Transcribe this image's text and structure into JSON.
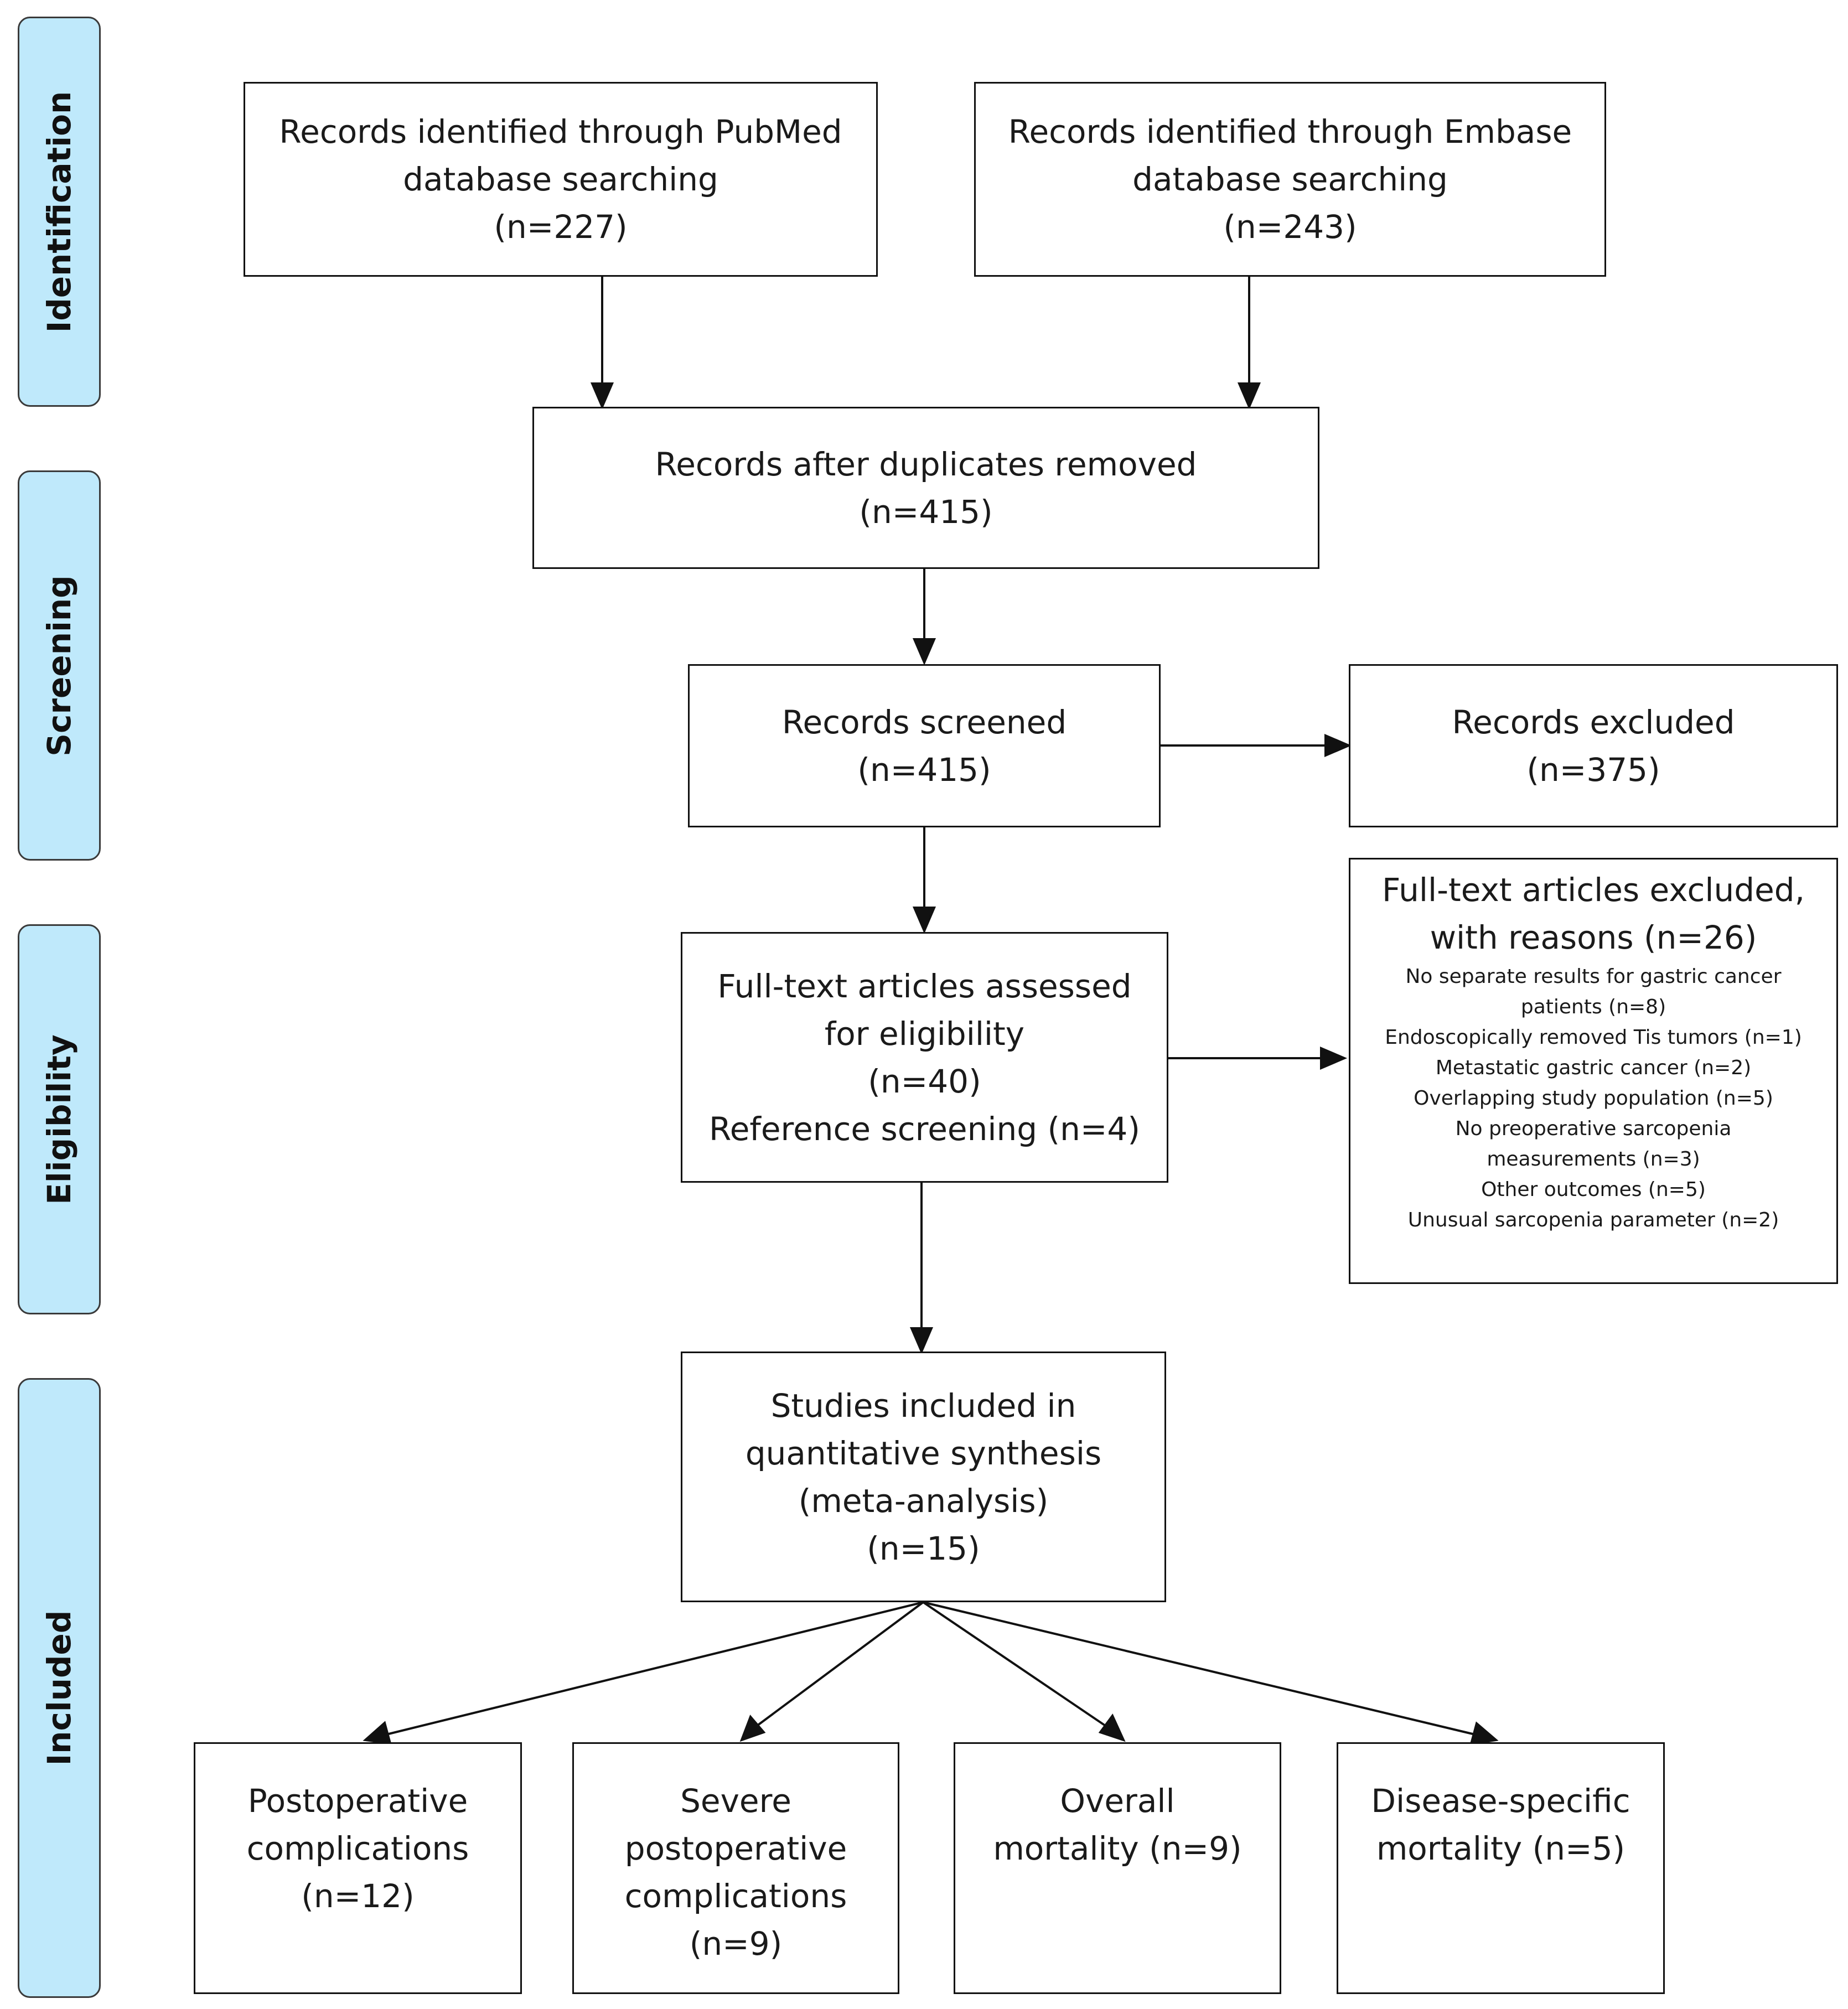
{
  "phases": [
    {
      "label": "Identification"
    },
    {
      "label": "Screening"
    },
    {
      "label": "Eligibility"
    },
    {
      "label": "Included"
    }
  ],
  "boxes": {
    "pubmed": {
      "line1": "Records identified through PubMed",
      "line2": "database searching",
      "line3": "(n=227)"
    },
    "embase": {
      "line1": "Records identified through Embase",
      "line2": "database searching",
      "line3": "(n=243)"
    },
    "duplicates": {
      "line1": "Records after duplicates removed",
      "line2": "(n=415)"
    },
    "screened": {
      "line1": "Records screened",
      "line2": "(n=415)"
    },
    "excluded": {
      "line1": "Records excluded",
      "line2": "(n=375)"
    },
    "fulltext": {
      "line1": "Full-text articles assessed",
      "line2": "for eligibility",
      "line3": "(n=40)",
      "line4": "Reference screening (n=4)"
    },
    "fulltext_excluded": {
      "title1": "Full-text articles excluded,",
      "title2": "with reasons (n=26)",
      "reasons": [
        "No separate results for gastric cancer",
        "patients (n=8)",
        "Endoscopically removed Tis tumors (n=1)",
        "Metastatic gastric cancer (n=2)",
        "Overlapping study population (n=5)",
        "No preoperative sarcopenia",
        "measurements (n=3)",
        "Other outcomes (n=5)",
        "Unusual sarcopenia parameter (n=2)"
      ]
    },
    "included": {
      "line1": "Studies included in",
      "line2": "quantitative synthesis",
      "line3": "(meta-analysis)",
      "line4": "(n=15)"
    },
    "postop": {
      "line1": "Postoperative",
      "line2": "complications",
      "line3": "(n=12)"
    },
    "severe": {
      "line1": "Severe",
      "line2": "postoperative",
      "line3": "complications",
      "line4": "(n=9)"
    },
    "overall": {
      "line1": "Overall",
      "line2": "mortality (n=9)"
    },
    "disease": {
      "line1": "Disease-specific",
      "line2": "mortality (n=5)"
    }
  },
  "colors": {
    "phase_fill": "#bfe9fb",
    "phase_border": "#3a3a3a",
    "box_border": "#111111",
    "arrow": "#111111"
  }
}
